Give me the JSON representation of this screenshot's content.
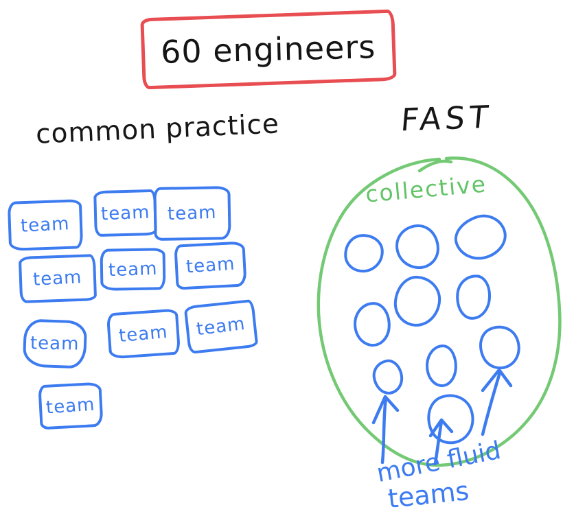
{
  "banner": {
    "label": "60 engineers"
  },
  "columns": {
    "left": {
      "heading": "common practice",
      "team_box_count": 10,
      "teams": [
        {
          "label": "team"
        },
        {
          "label": "team"
        },
        {
          "label": "team"
        },
        {
          "label": "team"
        },
        {
          "label": "team"
        },
        {
          "label": "team"
        },
        {
          "label": "team"
        },
        {
          "label": "team"
        },
        {
          "label": "team"
        },
        {
          "label": "team"
        }
      ]
    },
    "right": {
      "heading": "FAST",
      "collective_label": "collective",
      "fluid_team_circle_count": 10,
      "caption": {
        "line1": "more fluid",
        "line2": "teams"
      }
    }
  },
  "colors": {
    "sketch_red": "#e84d52",
    "sketch_blue": "#3c7bf0",
    "sketch_green": "#74c974",
    "ink_black": "#161616",
    "background": "#ffffff"
  }
}
